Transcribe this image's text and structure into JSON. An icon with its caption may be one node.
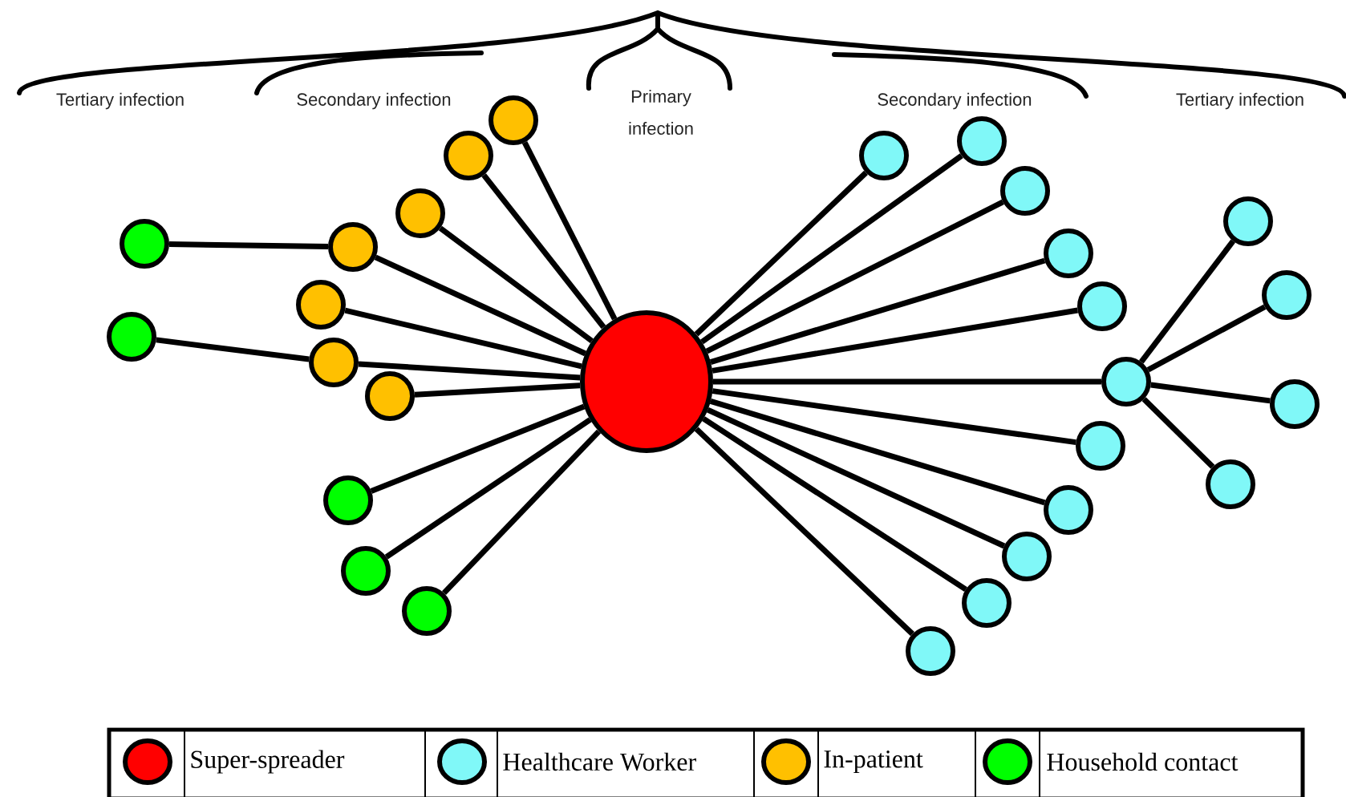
{
  "diagram": {
    "nodes": [
      {
        "text": [],
        "shape": "circle"
      },
      {
        "text": [],
        "shape": "circle"
      },
      {
        "text": [],
        "shape": "circle"
      },
      {
        "text": [],
        "shape": "circle"
      },
      {
        "text": [],
        "shape": "circle"
      },
      {
        "text": [],
        "shape": "circle"
      },
      {
        "text": [],
        "shape": "circle"
      },
      {
        "text": [],
        "shape": "circle"
      },
      {
        "text": [],
        "shape": "circle"
      },
      {
        "text": [],
        "shape": "circle"
      },
      {
        "text": [],
        "shape": "circle"
      },
      {
        "text": [],
        "shape": "circle"
      },
      {
        "text": [],
        "shape": "circle"
      },
      {
        "text": [],
        "shape": "circle"
      },
      {
        "text": [],
        "shape": "circle"
      },
      {
        "text": [],
        "shape": "circle"
      },
      {
        "text": [],
        "shape": "circle"
      },
      {
        "text": [],
        "shape": "circle"
      },
      {
        "text": [],
        "shape": "circle"
      },
      {
        "text": [],
        "shape": "circle"
      },
      {
        "text": [],
        "shape": "circle"
      },
      {
        "text": [],
        "shape": "circle"
      },
      {
        "text": [],
        "shape": "circle"
      },
      {
        "text": [],
        "shape": "circle"
      },
      {
        "text": [],
        "shape": "circle"
      },
      {
        "text": [],
        "shape": "circle"
      },
      {
        "text": [],
        "shape": "circle"
      },
      {
        "text": [],
        "shape": "circle"
      }
    ],
    "edges": [
      {
        "from": 0,
        "to": 1,
        "arrow": "none"
      },
      {
        "from": 0,
        "to": 2,
        "arrow": "none"
      },
      {
        "from": 0,
        "to": 3,
        "arrow": "none"
      },
      {
        "from": 0,
        "to": 4,
        "arrow": "none"
      },
      {
        "from": 0,
        "to": 5,
        "arrow": "none"
      },
      {
        "from": 0,
        "to": 6,
        "arrow": "none"
      },
      {
        "from": 0,
        "to": 7,
        "arrow": "none"
      },
      {
        "from": 4,
        "to": 8,
        "arrow": "none"
      },
      {
        "from": 6,
        "to": 9,
        "arrow": "none"
      },
      {
        "from": 0,
        "to": 10,
        "arrow": "none"
      },
      {
        "from": 0,
        "to": 11,
        "arrow": "none"
      },
      {
        "from": 0,
        "to": 12,
        "arrow": "none"
      },
      {
        "from": 0,
        "to": 13,
        "arrow": "none"
      },
      {
        "from": 0,
        "to": 14,
        "arrow": "none"
      },
      {
        "from": 0,
        "to": 15,
        "arrow": "none"
      },
      {
        "from": 0,
        "to": 16,
        "arrow": "none"
      },
      {
        "from": 0,
        "to": 17,
        "arrow": "none"
      },
      {
        "from": 0,
        "to": 18,
        "arrow": "none"
      },
      {
        "from": 0,
        "to": 19,
        "arrow": "none"
      },
      {
        "from": 0,
        "to": 20,
        "arrow": "none"
      },
      {
        "from": 0,
        "to": 21,
        "arrow": "none"
      },
      {
        "from": 0,
        "to": 22,
        "arrow": "none"
      },
      {
        "from": 0,
        "to": 23,
        "arrow": "none"
      },
      {
        "from": 18,
        "to": 24,
        "arrow": "none"
      },
      {
        "from": 18,
        "to": 25,
        "arrow": "none"
      },
      {
        "from": 18,
        "to": 26,
        "arrow": "none"
      },
      {
        "from": 18,
        "to": 27,
        "arrow": "none"
      }
    ],
    "labels": [
      "Tertiary infection",
      "Secondary infection",
      "Primary infection",
      "Secondary infection",
      "Tertiary infection"
    ],
    "legend": [
      {
        "text": "Super-spreader",
        "color": "#ff0000"
      },
      {
        "text": "Healthcare Worker",
        "color": "#80f8f8"
      },
      {
        "text": "In-patient",
        "color": "#ffc000"
      },
      {
        "text": "Household contact",
        "color": "#00ff00"
      }
    ]
  }
}
